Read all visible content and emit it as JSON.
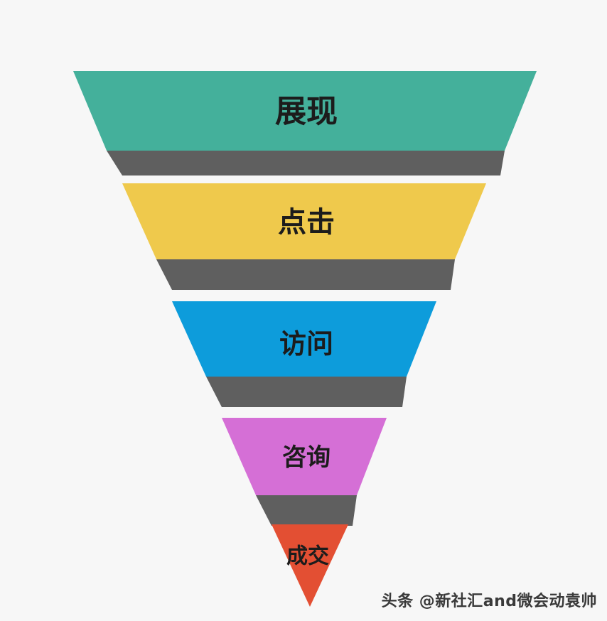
{
  "diagram": {
    "type": "funnel",
    "title": "",
    "background_color": "#f7f7f7",
    "connector_color": "#5f5f5f",
    "label_color": "#1c1c1c",
    "stages": [
      {
        "label": "展现",
        "color": "#44b09b",
        "order": 1,
        "label_font_size": 44,
        "top_width": 652,
        "bottom_width": 560
      },
      {
        "label": "点击",
        "color": "#efc94c",
        "order": 2,
        "label_font_size": 40,
        "top_width": 512,
        "bottom_width": 420
      },
      {
        "label": "访问",
        "color": "#0d9cdb",
        "order": 3,
        "label_font_size": 38,
        "top_width": 372,
        "bottom_width": 282
      },
      {
        "label": "咨询",
        "color": "#d56fd6",
        "order": 4,
        "label_font_size": 34,
        "top_width": 232,
        "bottom_width": 142
      },
      {
        "label": "成交",
        "color": "#e34f33",
        "order": 5,
        "label_font_size": 30,
        "top_width": 108,
        "bottom_width": 0
      }
    ]
  },
  "watermark": {
    "text": "头条 @新社汇and微会动袁帅"
  }
}
